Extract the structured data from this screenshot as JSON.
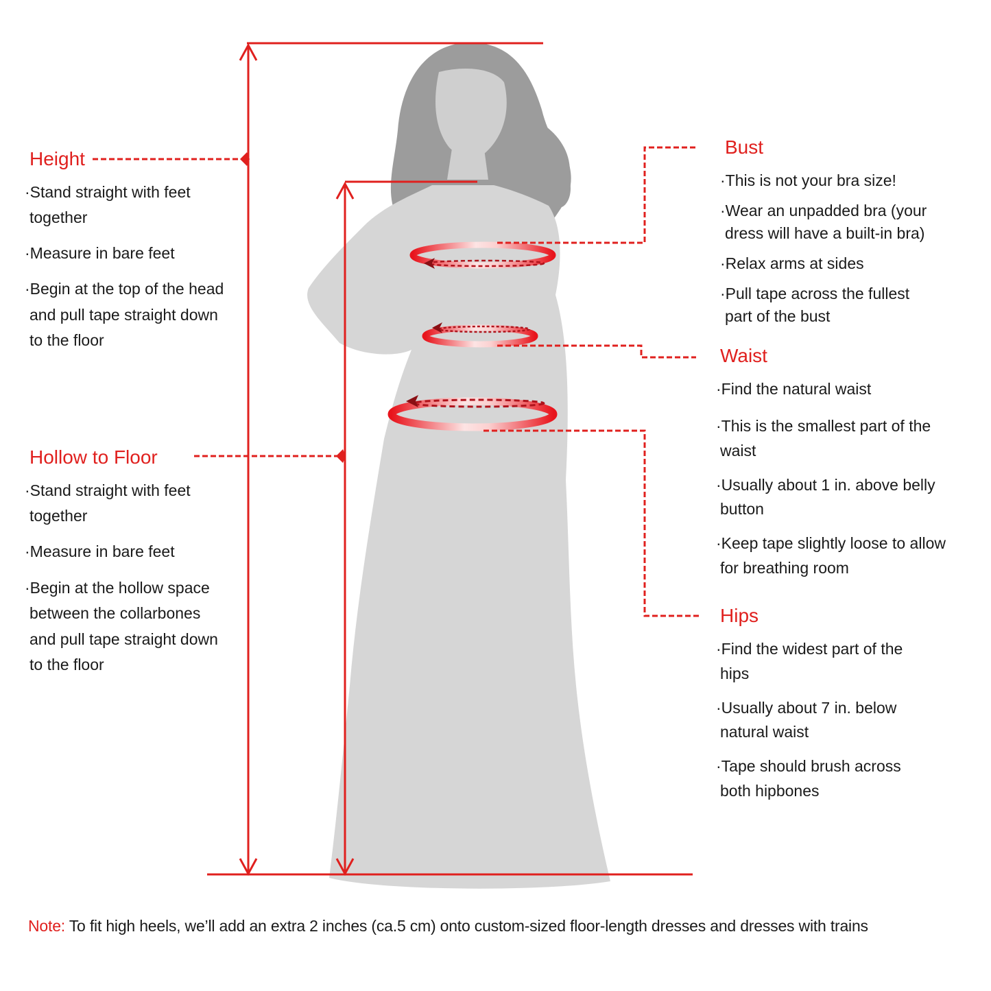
{
  "colors": {
    "accent": "#e0201e",
    "text": "#1a1a1a",
    "hair": "#9c9c9c",
    "body": "#d6d6d6"
  },
  "height": {
    "title": "Height",
    "lines": [
      "·Stand straight with feet",
      "together",
      "·Measure in bare feet",
      "·Begin at the top of the head",
      "and pull tape straight down",
      "to the floor"
    ]
  },
  "hollow": {
    "title": "Hollow to Floor",
    "lines": [
      "·Stand straight with feet",
      "together",
      "·Measure in bare feet",
      "·Begin at the hollow space",
      "between the collarbones",
      "and pull tape straight down",
      "to the floor"
    ]
  },
  "bust": {
    "title": "Bust",
    "lines": [
      "·This is not your bra size!",
      "·Wear an unpadded bra (your",
      "dress will have a built-in bra)",
      "·Relax arms at sides",
      "·Pull tape across the fullest",
      "part of the bust"
    ]
  },
  "waist": {
    "title": "Waist",
    "lines": [
      "·Find the natural waist",
      "·This is the smallest part of the",
      "waist",
      "·Usually about 1 in. above belly",
      "button",
      "·Keep tape slightly loose to allow",
      "for breathing room"
    ]
  },
  "hips": {
    "title": "Hips",
    "lines": [
      "·Find the widest part of the",
      "hips",
      "·Usually about 7 in. below",
      "natural waist",
      "·Tape should brush across",
      "both hipbones"
    ]
  },
  "note": {
    "label": "Note:",
    "text": " To fit high heels, we’ll add an extra 2 inches (ca.5 cm) onto custom-sized floor-length dresses and dresses with trains"
  }
}
